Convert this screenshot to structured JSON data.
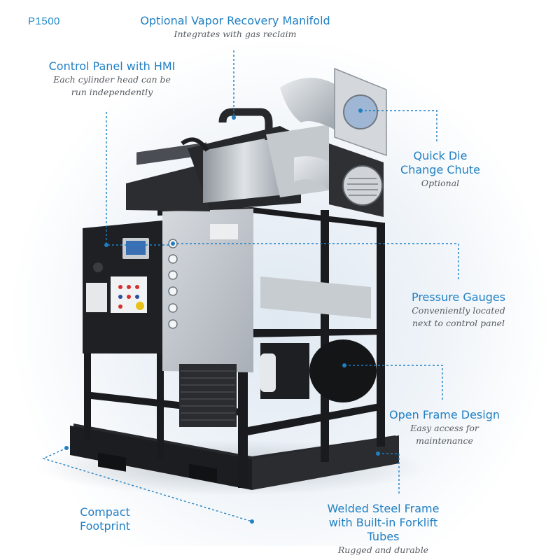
{
  "model": "P1500",
  "callouts": {
    "vapor_manifold": {
      "title": "Optional Vapor Recovery Manifold",
      "sub": "Integrates with gas reclaim"
    },
    "control_panel": {
      "title": "Control Panel with HMI",
      "sub_line1": "Each cylinder head can be",
      "sub_line2": "run independently"
    },
    "die_chute": {
      "title_line1": "Quick Die",
      "title_line2": "Change Chute",
      "sub": "Optional"
    },
    "pressure_gauges": {
      "title": "Pressure Gauges",
      "sub_line1": "Conveniently located",
      "sub_line2": "next to control panel"
    },
    "open_frame": {
      "title": "Open Frame Design",
      "sub": "Easy access for maintenance"
    },
    "compact_footprint": {
      "title_line1": "Compact",
      "title_line2": "Footprint"
    },
    "steel_frame": {
      "title_line1": "Welded Steel Frame",
      "title_line2": "with Built-in Forklift Tubes",
      "sub": "Rugged and durable"
    }
  },
  "colors": {
    "accent": "#1f7fc3",
    "frame": "#1c1d20",
    "steel": "#b9bec4"
  }
}
